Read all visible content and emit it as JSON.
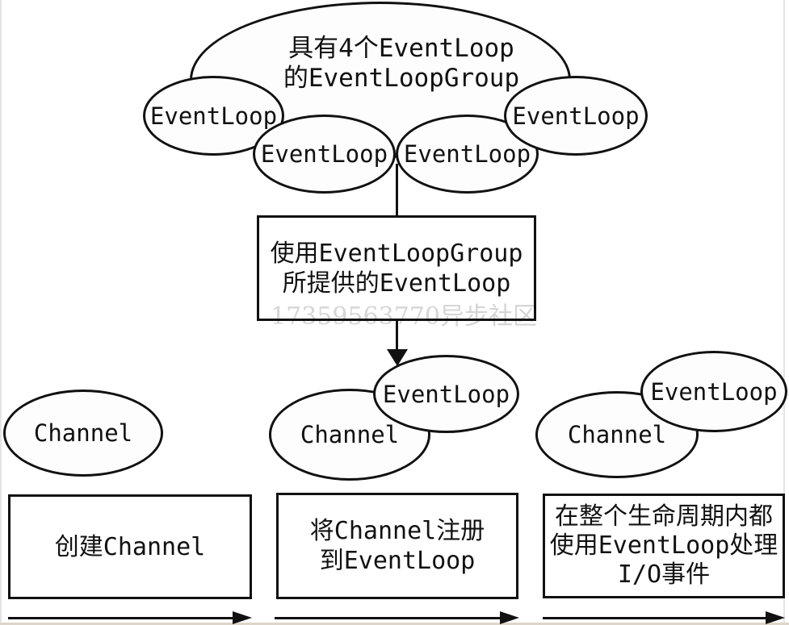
{
  "colors": {
    "line": "#111111",
    "ellipse_fill": "#fdfdfd",
    "watermark_gray": "#d5d5d5",
    "background": "#ffffff"
  },
  "top_group": {
    "label_line1": "具有4个EventLoop",
    "label_line2": "的EventLoopGroup",
    "event_loops": [
      "EventLoop",
      "EventLoop",
      "EventLoop",
      "EventLoop"
    ]
  },
  "provide_box": {
    "line1": "使用EventLoopGroup",
    "line2": "所提供的EventLoop"
  },
  "watermark": "17359563770异步社区",
  "stages": [
    {
      "channel": "Channel",
      "caption": [
        "创建Channel"
      ]
    },
    {
      "channel": "Channel",
      "event_loop": "EventLoop",
      "caption": [
        "将Channel注册",
        "到EventLoop"
      ]
    },
    {
      "channel": "Channel",
      "event_loop": "EventLoop",
      "caption": [
        "在整个生命周期内都",
        "使用EventLoop处理",
        "I/O事件"
      ]
    }
  ]
}
